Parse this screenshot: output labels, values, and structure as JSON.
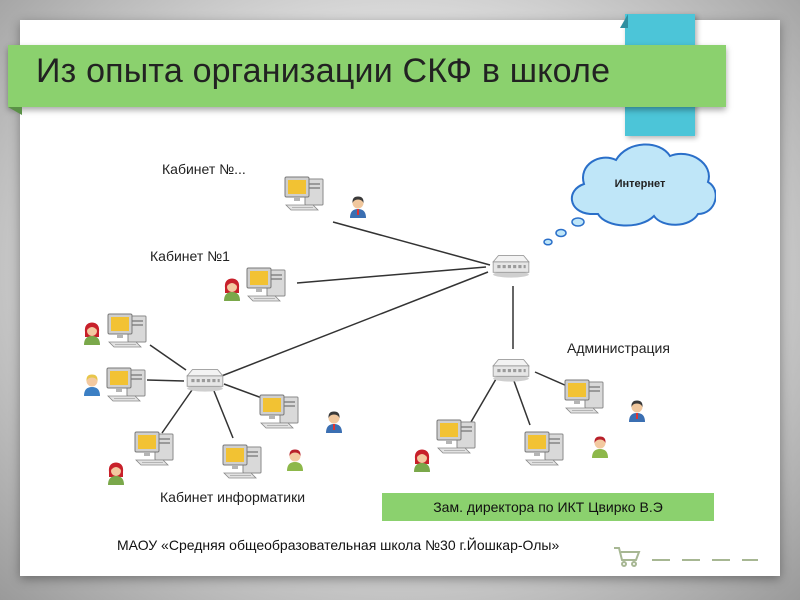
{
  "slide": {
    "title": "Из опыта организации СКФ в школе",
    "caption": "Зам. директора по ИКТ Цвирко В.Э",
    "footer": "МАОУ «Средняя общеобразовательная школа №30 г.Йошкар-Олы»"
  },
  "diagram": {
    "labels": {
      "cabinet_n": "Кабинет №...",
      "cabinet_1": "Кабинет №1",
      "cs_room": "Кабинет информатики",
      "administration": "Администрация",
      "internet": "Интернет"
    },
    "colors": {
      "monitor_screen": "#f2c233",
      "cloud_fill": "#bfe6f8",
      "cloud_stroke": "#2a6fc9",
      "switch_body": "#e6e6e6",
      "user_red": "#c8202a",
      "user_blue": "#3b6fb2",
      "user_dark": "#3a3a3a",
      "accent_green": "#8bd16e",
      "accent_teal": "#4cc5d8"
    },
    "icons": [
      "computer-icon",
      "network-switch-icon",
      "user-icon",
      "cloud-icon"
    ]
  }
}
